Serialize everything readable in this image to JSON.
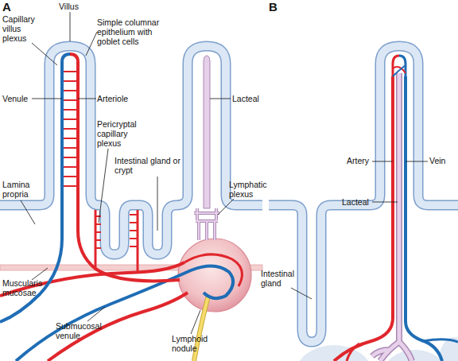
{
  "diagram": {
    "labels": [
      "A",
      "Capillary villus plexus",
      "Villus",
      "Simple columnar epithelium with goblet cells",
      "Venule",
      "Arteriole",
      "Lacteal",
      "Pericryptal capillary plexus",
      "Intestinal gland or crypt",
      "Lamina propria",
      "Lymphatic plexus",
      "Muscularis mucosae",
      "Submucosal venule",
      "Lymphoid nodule",
      "B",
      "Artery",
      "Vein",
      "Lacteal",
      "Intestinal gland"
    ]
  }
}
